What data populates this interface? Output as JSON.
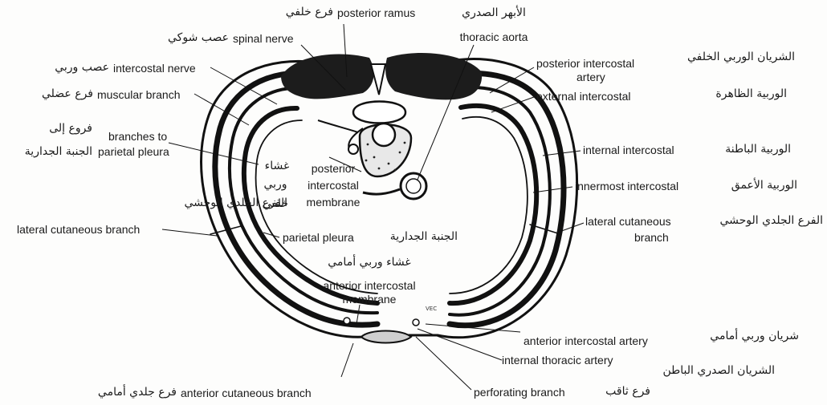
{
  "labels": {
    "posterior_ramus": {
      "en": "posterior ramus",
      "ar": "فرع خلفي"
    },
    "spinal_nerve": {
      "en": "spinal nerve",
      "ar": "عصب شوكي"
    },
    "thoracic_aorta": {
      "en": "thoracic aorta",
      "ar": "الأبهر الصدري"
    },
    "intercostal_nerve": {
      "en": "intercostal nerve",
      "ar": "عصب وربي"
    },
    "muscular_branch": {
      "en": "muscular branch",
      "ar": "فرع عضلي"
    },
    "branches_parietal_pleura": {
      "en_1": "branches to",
      "en_2": "parietal pleura",
      "ar_1": "فروع إلى",
      "ar_2": "الجنبة الجدارية"
    },
    "posterior_intercostal_membrane": {
      "en_1": "posterior",
      "en_2": "intercostal",
      "en_3": "membrane",
      "ar_1": "غشاء",
      "ar_2": "وربي",
      "ar_3": "خلفي"
    },
    "lateral_cutaneous_left": {
      "en": "lateral cutaneous branch",
      "ar": "الفرع الجلدي الوحشي"
    },
    "parietal_pleura": {
      "en": "parietal pleura",
      "ar": "الجنبة الجدارية"
    },
    "anterior_intercostal_membrane": {
      "en_1": "anterior intercostal",
      "en_2": "membrane",
      "ar": "غشاء وربي أمامي"
    },
    "anterior_cutaneous": {
      "en": "anterior cutaneous branch",
      "ar": "فرع جلدي أمامي"
    },
    "posterior_intercostal_artery": {
      "en_1": "posterior intercostal",
      "en_2": "artery",
      "ar": "الشريان الوربي الخلفي"
    },
    "external_intercostal": {
      "en": "external intercostal",
      "ar": "الوربية الظاهرة"
    },
    "internal_intercostal": {
      "en": "internal intercostal",
      "ar": "الوربية الباطنة"
    },
    "innermost_intercostal": {
      "en": "innermost intercostal",
      "ar": "الوربية الأعمق"
    },
    "lateral_cutaneous_right": {
      "en_1": "lateral cutaneous",
      "en_2": "branch",
      "ar": "الفرع الجلدي الوحشي"
    },
    "anterior_intercostal_artery": {
      "en": "anterior intercostal artery",
      "ar": "شريان وربي أمامي"
    },
    "internal_thoracic_artery": {
      "en": "internal thoracic artery",
      "ar": "الشريان الصدري الباطن"
    },
    "perforating_branch": {
      "en": "perforating branch",
      "ar": "فرع ثاقب"
    }
  },
  "signature": "VEC"
}
